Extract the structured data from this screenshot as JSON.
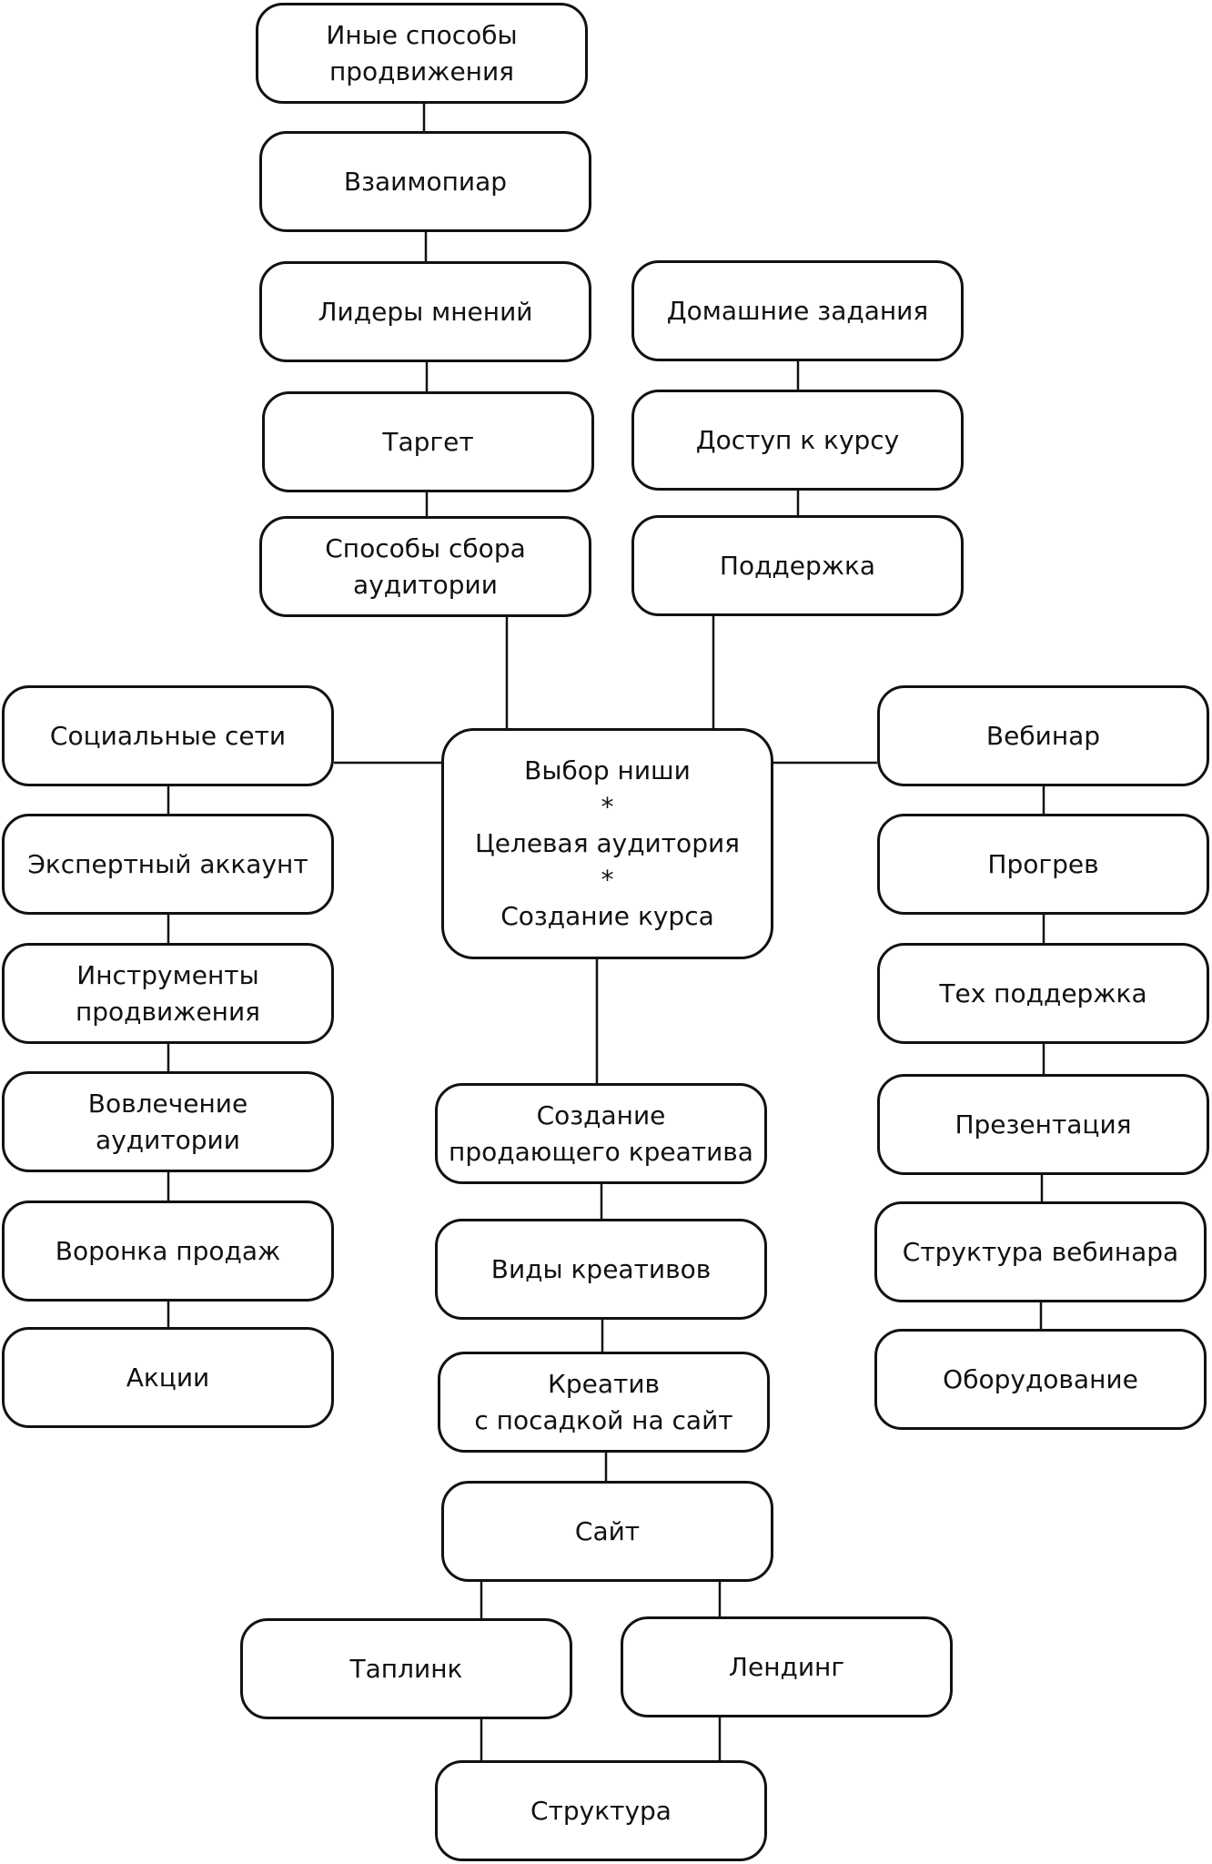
{
  "diagram": {
    "nodes": [
      {
        "id": "inye-sposoby",
        "label": "Иные способы\nпродвижения"
      },
      {
        "id": "vzaimopiar",
        "label": "Взаимопиар"
      },
      {
        "id": "lidery-mneniy",
        "label": "Лидеры мнений"
      },
      {
        "id": "target",
        "label": "Таргет"
      },
      {
        "id": "sposoby-sbora",
        "label": "Способы сбора\nаудитории"
      },
      {
        "id": "domashnie-zadaniya",
        "label": "Домашние задания"
      },
      {
        "id": "dostup-k-kursu",
        "label": "Доступ к курсу"
      },
      {
        "id": "podderzhka",
        "label": "Поддержка"
      },
      {
        "id": "sotsialnye-seti",
        "label": "Социальные сети"
      },
      {
        "id": "ekspertnyy-akkaunt",
        "label": "Экспертный аккаунт"
      },
      {
        "id": "instrumenty-prodvizheniya",
        "label": "Инструменты\nпродвижения"
      },
      {
        "id": "vovlechenie-auditorii",
        "label": "Вовлечение аудитории"
      },
      {
        "id": "voronka-prodazh",
        "label": "Воронка продаж"
      },
      {
        "id": "aktsii",
        "label": "Акции"
      },
      {
        "id": "center",
        "label": "Выбор ниши\n*\nЦелевая аудитория\n*\nСоздание курса"
      },
      {
        "id": "vebinar",
        "label": "Вебинар"
      },
      {
        "id": "progrev",
        "label": "Прогрев"
      },
      {
        "id": "teh-podderzhka",
        "label": "Тех поддержка"
      },
      {
        "id": "prezentatsiya",
        "label": "Презентация"
      },
      {
        "id": "struktura-vebinara",
        "label": "Структура вебинара"
      },
      {
        "id": "oborudovanie",
        "label": "Оборудование"
      },
      {
        "id": "sozdanie-kreativa",
        "label": "Создание\nпродающего креатива"
      },
      {
        "id": "vidy-kreativov",
        "label": "Виды креативов"
      },
      {
        "id": "kreativ-posadka",
        "label": "Креатив\nс посадкой на сайт"
      },
      {
        "id": "sayt",
        "label": "Сайт"
      },
      {
        "id": "taplink",
        "label": "Таплинк"
      },
      {
        "id": "lending",
        "label": "Лендинг"
      },
      {
        "id": "struktura",
        "label": "Структура"
      }
    ],
    "edges": [
      [
        "inye-sposoby",
        "vzaimopiar"
      ],
      [
        "vzaimopiar",
        "lidery-mneniy"
      ],
      [
        "lidery-mneniy",
        "target"
      ],
      [
        "target",
        "sposoby-sbora"
      ],
      [
        "sposoby-sbora",
        "center"
      ],
      [
        "domashnie-zadaniya",
        "dostup-k-kursu"
      ],
      [
        "dostup-k-kursu",
        "podderzhka"
      ],
      [
        "podderzhka",
        "center"
      ],
      [
        "sotsialnye-seti",
        "center"
      ],
      [
        "sotsialnye-seti",
        "ekspertnyy-akkaunt"
      ],
      [
        "ekspertnyy-akkaunt",
        "instrumenty-prodvizheniya"
      ],
      [
        "instrumenty-prodvizheniya",
        "vovlechenie-auditorii"
      ],
      [
        "vovlechenie-auditorii",
        "voronka-prodazh"
      ],
      [
        "voronka-prodazh",
        "aktsii"
      ],
      [
        "center",
        "vebinar"
      ],
      [
        "vebinar",
        "progrev"
      ],
      [
        "progrev",
        "teh-podderzhka"
      ],
      [
        "teh-podderzhka",
        "prezentatsiya"
      ],
      [
        "prezentatsiya",
        "struktura-vebinara"
      ],
      [
        "struktura-vebinara",
        "oborudovanie"
      ],
      [
        "center",
        "sozdanie-kreativa"
      ],
      [
        "sozdanie-kreativa",
        "vidy-kreativov"
      ],
      [
        "vidy-kreativov",
        "kreativ-posadka"
      ],
      [
        "kreativ-posadka",
        "sayt"
      ],
      [
        "sayt",
        "taplink"
      ],
      [
        "sayt",
        "lending"
      ],
      [
        "taplink",
        "struktura"
      ],
      [
        "lending",
        "struktura"
      ]
    ]
  }
}
